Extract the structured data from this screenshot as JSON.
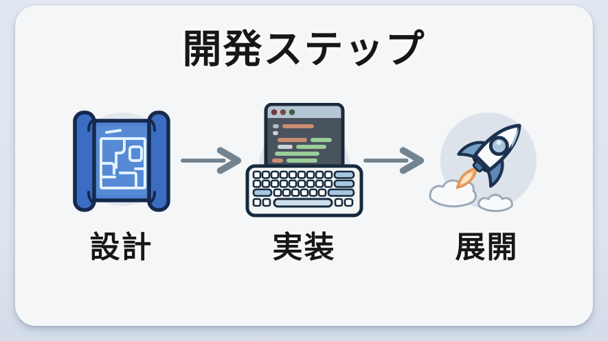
{
  "page": {
    "title": "開発ステップ"
  },
  "steps": [
    {
      "id": "design",
      "label": "設計",
      "icon": "blueprint-icon"
    },
    {
      "id": "implementation",
      "label": "実装",
      "icon": "code-editor-keyboard-icon"
    },
    {
      "id": "deployment",
      "label": "展開",
      "icon": "rocket-icon"
    }
  ],
  "arrows": [
    {
      "from": "設計",
      "to": "実装",
      "icon": "right-arrow-icon"
    },
    {
      "from": "実装",
      "to": "展開",
      "icon": "right-arrow-icon"
    }
  ],
  "colors": {
    "page_background": "#dde4ee",
    "card_background": "#f4f6f8",
    "text": "#171717",
    "arrow": "#73838f",
    "blueprint_blue": "#4f83d1",
    "blueprint_roll_blue": "#3b6dc2",
    "blueprint_outline": "#16294d",
    "blueprint_plan_lines": "#e2f2fa",
    "editor_titlebar": "#b4c5d3",
    "editor_body": "#49535e",
    "editor_dot_red": "#6f3b35",
    "editor_dot_green": "#3e5f48",
    "code_salmon": "#c98d73",
    "code_green": "#9bce9a",
    "code_gray": "#ccd3d9",
    "keyboard_body": "#f3f5f5",
    "keyboard_outline": "#17293d",
    "keyboard_accent_key": "#a9c6e0",
    "rocket_outline": "#1d3250",
    "rocket_fin_light": "#74a0c8",
    "rocket_fin_dark": "#5d89b4",
    "rocket_window": "#aac5de",
    "flame_orange": "#f3b377",
    "smoke_outline": "#9aa9b8",
    "icon_circle": "#dce3ea"
  }
}
